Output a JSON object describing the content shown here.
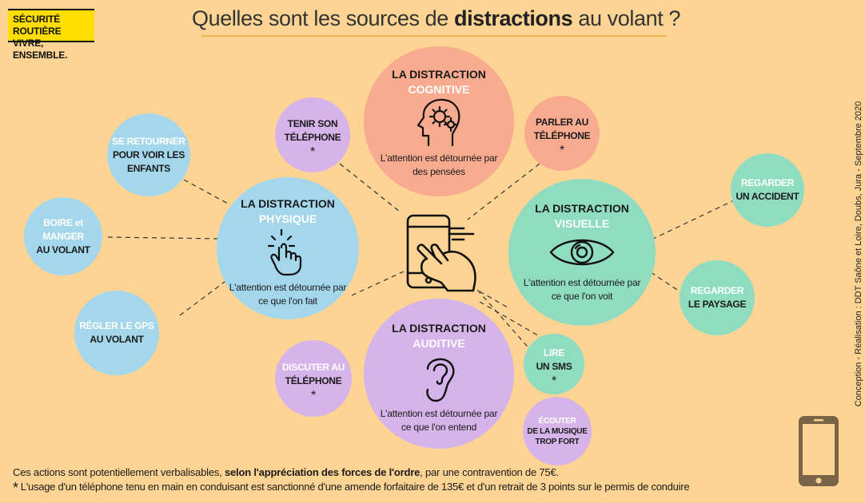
{
  "logo": {
    "line1": "SÉCURITÉ ROUTIÈRE",
    "line2": "VIVRE, ENSEMBLE."
  },
  "title": {
    "before": "Quelles sont les sources de ",
    "bold": "distractions",
    "after": " au volant ?"
  },
  "hubs": {
    "cognitive": {
      "title1": "LA DISTRACTION",
      "title2": "COGNITIVE",
      "desc1": "L'attention est détournée par",
      "desc2": "des pensées",
      "color": "#f9ab90",
      "icon": "head-gears-icon"
    },
    "physique": {
      "title1": "LA DISTRACTION",
      "title2": "PHYSIQUE",
      "desc1": "L'attention est détournée par",
      "desc2": "ce que l'on fait",
      "color": "#a4d7eb",
      "icon": "touch-hand-icon"
    },
    "visuelle": {
      "title1": "LA DISTRACTION",
      "title2": "VISUELLE",
      "desc1": "L'attention est détournée par",
      "desc2": "ce que l'on voit",
      "color": "#8fdcc1",
      "icon": "eye-icon"
    },
    "auditive": {
      "title1": "LA DISTRACTION",
      "title2": "AUDITIVE",
      "desc1": "L'attention est détournée par",
      "desc2": "ce que l'on entend",
      "color": "#d6b4ea",
      "icon": "ear-icon"
    }
  },
  "actions": {
    "tenir": {
      "l1": "TENIR SON",
      "l2": "TÉLÉPHONE",
      "star": "*"
    },
    "parler": {
      "l1": "PARLER AU",
      "l2": "TÉLÉPHONE",
      "star": "*"
    },
    "retourner": {
      "l1": "SE RETOURNER",
      "l2": "POUR VOIR LES",
      "l3": "ENFANTS"
    },
    "boire": {
      "l1": "BOIRE et",
      "l2": "MANGER",
      "l3": "AU VOLANT"
    },
    "gps": {
      "l1": "RÉGLER LE GPS",
      "l2": "AU VOLANT"
    },
    "accident": {
      "l1": "REGARDER",
      "l2": "UN ACCIDENT"
    },
    "paysage": {
      "l1": "REGARDER",
      "l2": "LE PAYSAGE"
    },
    "discuter": {
      "l1": "DISCUTER AU",
      "l2": "TÉLÉPHONE",
      "star": "*"
    },
    "sms": {
      "l1": "LIRE",
      "l2": "UN SMS",
      "star": "*"
    },
    "musique": {
      "l1": "ÉCOUTER",
      "l2": "DE LA MUSIQUE",
      "l3": "TROP FORT"
    }
  },
  "center_icon": "phone-in-hand-icon",
  "footer": {
    "line1_before": "Ces actions sont potentiellement verbalisables, ",
    "line1_bold": "selon l'appréciation des forces de l'ordre",
    "line1_after": ", par une contravention de 75€.",
    "star": "*",
    "line2": "L'usage d'un téléphone tenu en main en conduisant est sanctionné d'une amende forfaitaire de 135€ et d'un retrait de 3 points sur le permis de conduire"
  },
  "credit": "Conception - Réalisation : DDT Saône et Loire, Doubs, Jura - Septembre 2020",
  "corner_icon": "smartphone-icon"
}
